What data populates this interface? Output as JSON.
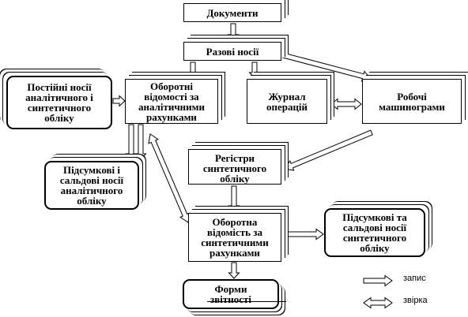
{
  "nodes": {
    "documents": "Документи",
    "one_time_carriers": "Разові носії",
    "permanent_carriers": "Постійні носії\nаналітичного і\nсинтетичного\nобліку",
    "turnover_analytical": "Оборотні\nвідомості за\nаналітичними\nрахунками",
    "operations_journal": "Журнал\nоперацій",
    "machine_grams": "Робочі\nмашинограми",
    "synthetic_registers": "Регістри\nсинтетичного\nобліку",
    "final_analytical": "Підсумкові і\nсальдові носії\nаналітичного\nобліку",
    "turnover_synthetic": "Оборотна\nвідомість за\nсинтетичними\nрахунками",
    "final_synthetic": "Підсумкові та\nсальдові носії\nсинтетичного\nобліку",
    "report_forms": "Форми\nзвітності"
  },
  "legend": {
    "record": "запис",
    "reconciliation": "звірка"
  },
  "colors": {
    "stroke": "#000000",
    "fill": "#ffffff"
  }
}
